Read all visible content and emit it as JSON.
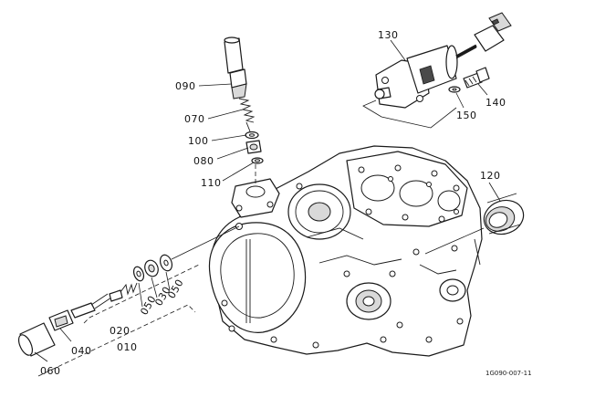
{
  "diagram": {
    "reference_code": "1G090-007-11",
    "callouts": {
      "p010": "010",
      "p020": "020",
      "p030": "030",
      "p040": "040",
      "p050a": "050",
      "p050b": "050",
      "p060": "060",
      "p070": "070",
      "p080": "080",
      "p090": "090",
      "p100": "100",
      "p110": "110",
      "p120": "120",
      "p130": "130",
      "p140": "140",
      "p150": "150"
    }
  }
}
